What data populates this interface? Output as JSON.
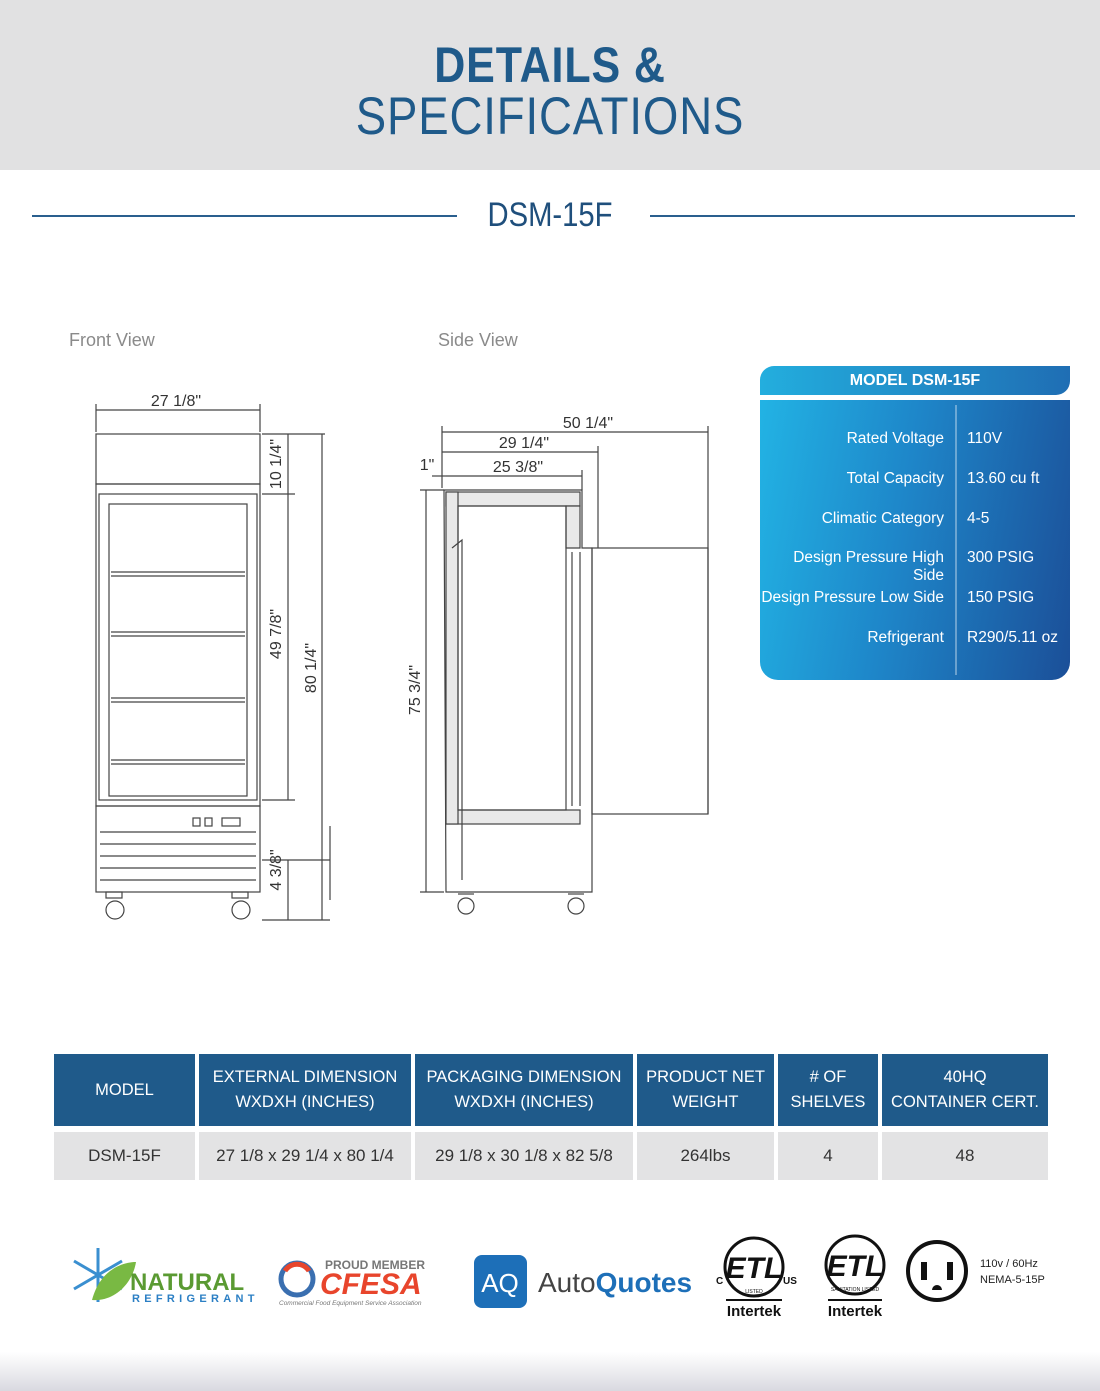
{
  "header": {
    "title_line1": "DETAILS &",
    "title_line2": "SPECIFICATIONS"
  },
  "model_heading": "DSM-15F",
  "views": {
    "front_label": "Front View",
    "side_label": "Side View"
  },
  "drawing_dimensions": {
    "front_width": "27 1/8\"",
    "front_top": "10 1/4\"",
    "front_door": "49 7/8\"",
    "front_height": "80 1/4\"",
    "front_bottom": "4 3/8\"",
    "side_total": "50 1/4\"",
    "side_depth": "29 1/4\"",
    "side_cabinet": "25 3/8\"",
    "side_door": "1\"",
    "side_height": "75 3/4\""
  },
  "spec_card": {
    "title": "MODEL DSM-15F",
    "rows": [
      {
        "label": "Rated  Voltage",
        "value": "110V"
      },
      {
        "label": "Total Capacity",
        "value": "13.60 cu ft"
      },
      {
        "label": "Climatic Category",
        "value": "4-5"
      },
      {
        "label": "Design Pressure High Side",
        "value": "300 PSIG"
      },
      {
        "label": "Design Pressure Low Side",
        "value": "150 PSIG"
      },
      {
        "label": "Refrigerant",
        "value": "R290/5.11 oz"
      }
    ]
  },
  "table": {
    "headers": [
      {
        "l1": "MODEL",
        "l2": ""
      },
      {
        "l1": "EXTERNAL DIMENSION",
        "l2": "WXDXH (INCHES)"
      },
      {
        "l1": "PACKAGING DIMENSION",
        "l2": "WXDXH (INCHES)"
      },
      {
        "l1": "PRODUCT NET",
        "l2": "WEIGHT"
      },
      {
        "l1": "# OF",
        "l2": "SHELVES"
      },
      {
        "l1": "40HQ",
        "l2": "CONTAINER CERT."
      }
    ],
    "row": [
      "DSM-15F",
      "27 1/8 x 29 1/4 x 80 1/4",
      "29 1/8 x 30 1/8 x 82 5/8",
      "264lbs",
      "4",
      "48"
    ]
  },
  "logos": {
    "natural_main": "NATURAL",
    "natural_sub": "REFRIGERANT",
    "cfesa_top": "PROUD MEMBER",
    "cfesa_main": "CFESA",
    "cfesa_sub": "Commercial Food Equipment Service Association",
    "aq_badge": "AQ",
    "aq_auto": "Auto",
    "aq_quotes": "Quotes",
    "etl_mark": "ETL",
    "etl_c": "C",
    "etl_us": "US",
    "etl_listed": "LISTED",
    "etl_sanitation": "SANITATION LISTED",
    "intertek1": "Intertek",
    "intertek2": "Intertek",
    "power_line1": "110v / 60Hz",
    "power_line2": "NEMA-5-15P"
  },
  "colors": {
    "brand_blue": "#1f5a8a",
    "spec_gradient_start": "#22b3e4",
    "spec_gradient_end": "#1b4f98",
    "table_header": "#1f5a8a",
    "table_row": "#e3e3e4"
  }
}
